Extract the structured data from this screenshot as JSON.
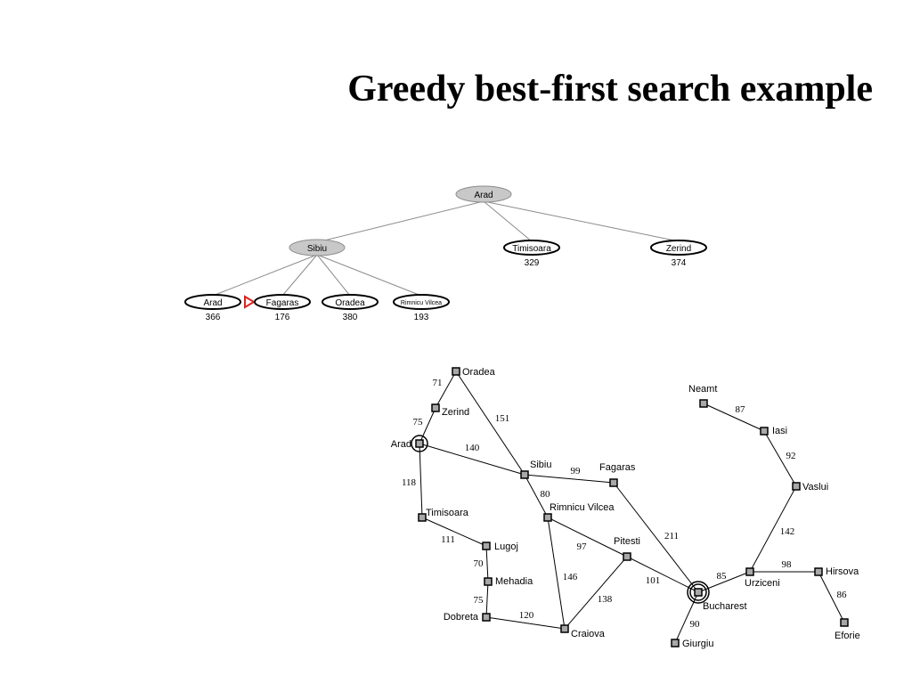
{
  "title": "Greedy best-first search example",
  "colors": {
    "expanded": "#c8c8c8",
    "pointer": "#e02020"
  },
  "tree": {
    "nodes": [
      {
        "name": "Arad",
        "h": ""
      },
      {
        "name": "Sibiu",
        "h": ""
      },
      {
        "name": "Timisoara",
        "h": "329"
      },
      {
        "name": "Zerind",
        "h": "374"
      },
      {
        "name": "Arad",
        "h": "366"
      },
      {
        "name": "Fagaras",
        "h": "176"
      },
      {
        "name": "Oradea",
        "h": "380"
      },
      {
        "name": "Rimnicu Vilcea",
        "h": "193"
      }
    ]
  },
  "map": {
    "cities": [
      {
        "name": "Oradea"
      },
      {
        "name": "Zerind"
      },
      {
        "name": "Arad"
      },
      {
        "name": "Timisoara"
      },
      {
        "name": "Lugoj"
      },
      {
        "name": "Mehadia"
      },
      {
        "name": "Dobreta"
      },
      {
        "name": "Craiova"
      },
      {
        "name": "Sibiu"
      },
      {
        "name": "Rimnicu Vilcea"
      },
      {
        "name": "Fagaras"
      },
      {
        "name": "Pitesti"
      },
      {
        "name": "Bucharest"
      },
      {
        "name": "Giurgiu"
      },
      {
        "name": "Urziceni"
      },
      {
        "name": "Hirsova"
      },
      {
        "name": "Eforie"
      },
      {
        "name": "Vaslui"
      },
      {
        "name": "Iasi"
      },
      {
        "name": "Neamt"
      }
    ],
    "roads": [
      {
        "from": "Oradea",
        "to": "Zerind",
        "distance": "71"
      },
      {
        "from": "Zerind",
        "to": "Arad",
        "distance": "75"
      },
      {
        "from": "Oradea",
        "to": "Sibiu",
        "distance": "151"
      },
      {
        "from": "Arad",
        "to": "Sibiu",
        "distance": "140"
      },
      {
        "from": "Arad",
        "to": "Timisoara",
        "distance": "118"
      },
      {
        "from": "Timisoara",
        "to": "Lugoj",
        "distance": "111"
      },
      {
        "from": "Lugoj",
        "to": "Mehadia",
        "distance": "70"
      },
      {
        "from": "Mehadia",
        "to": "Dobreta",
        "distance": "75"
      },
      {
        "from": "Dobreta",
        "to": "Craiova",
        "distance": "120"
      },
      {
        "from": "Sibiu",
        "to": "Fagaras",
        "distance": "99"
      },
      {
        "from": "Sibiu",
        "to": "Rimnicu Vilcea",
        "distance": "80"
      },
      {
        "from": "Rimnicu Vilcea",
        "to": "Pitesti",
        "distance": "97"
      },
      {
        "from": "Rimnicu Vilcea",
        "to": "Craiova",
        "distance": "146"
      },
      {
        "from": "Craiova",
        "to": "Pitesti",
        "distance": "138"
      },
      {
        "from": "Pitesti",
        "to": "Bucharest",
        "distance": "101"
      },
      {
        "from": "Fagaras",
        "to": "Bucharest",
        "distance": "211"
      },
      {
        "from": "Bucharest",
        "to": "Giurgiu",
        "distance": "90"
      },
      {
        "from": "Bucharest",
        "to": "Urziceni",
        "distance": "85"
      },
      {
        "from": "Urziceni",
        "to": "Hirsova",
        "distance": "98"
      },
      {
        "from": "Hirsova",
        "to": "Eforie",
        "distance": "86"
      },
      {
        "from": "Urziceni",
        "to": "Vaslui",
        "distance": "142"
      },
      {
        "from": "Vaslui",
        "to": "Iasi",
        "distance": "92"
      },
      {
        "from": "Iasi",
        "to": "Neamt",
        "distance": "87"
      }
    ]
  }
}
